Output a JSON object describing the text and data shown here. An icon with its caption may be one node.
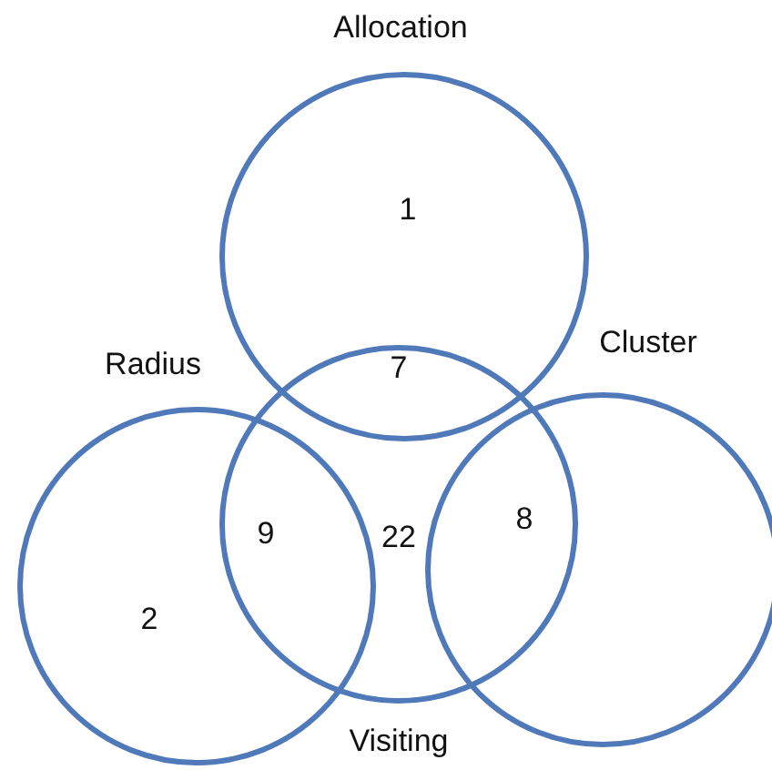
{
  "diagram": {
    "nodes": [
      {
        "text": [
          "Allocation"
        ]
      },
      {
        "text": [
          "Radius"
        ]
      },
      {
        "text": [
          "Visiting"
        ]
      },
      {
        "text": [
          "Cluster"
        ]
      }
    ],
    "labels": [
      "1",
      "7",
      "9",
      "22",
      "8",
      "2"
    ]
  }
}
